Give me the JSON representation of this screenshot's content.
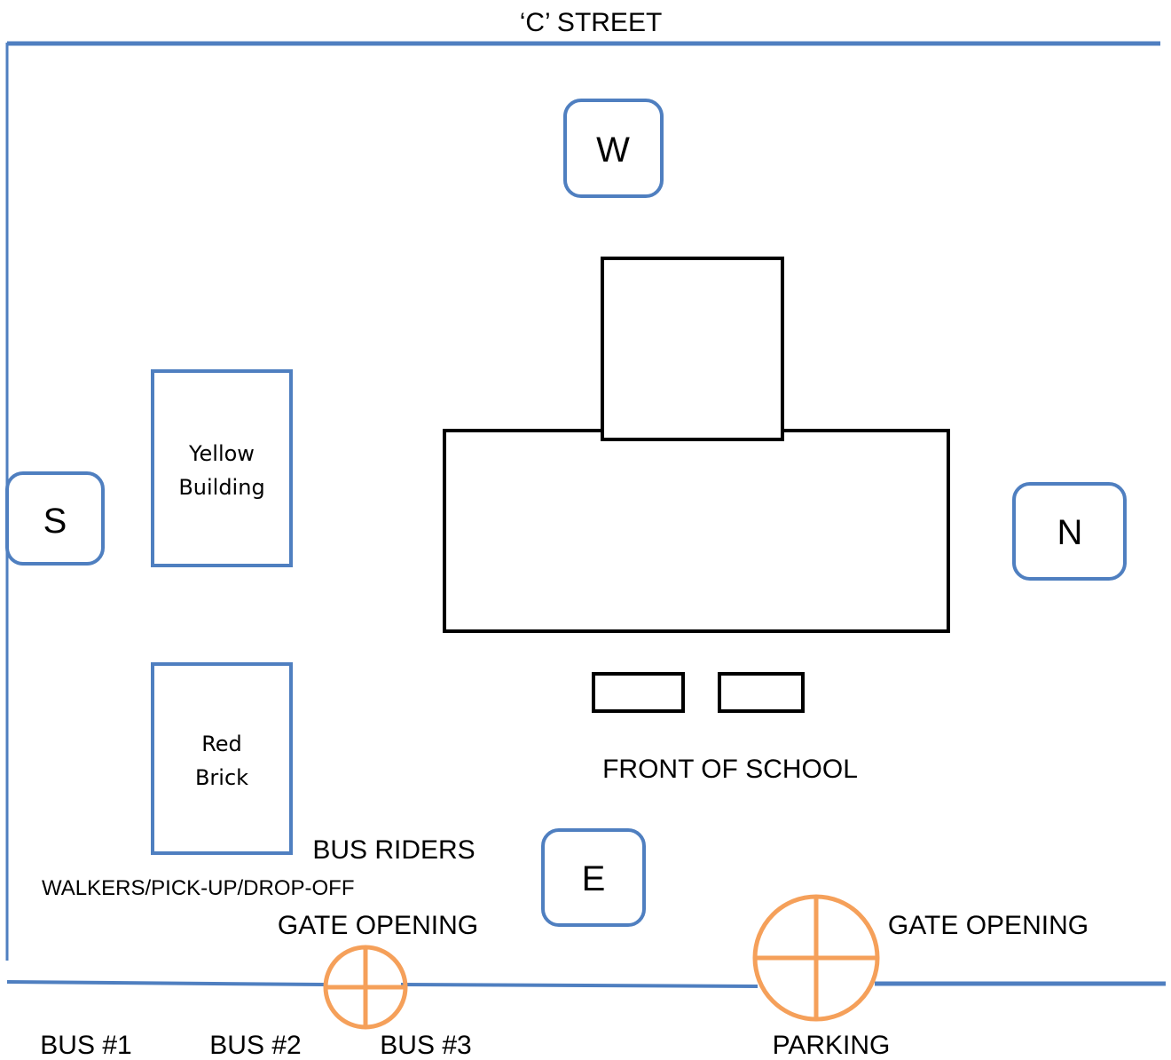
{
  "streets": {
    "top": "‘C’ STREET"
  },
  "compass": {
    "west": "W",
    "south": "S",
    "north": "N",
    "east": "E"
  },
  "buildings": {
    "yellow": [
      "Yellow",
      "Building"
    ],
    "red": [
      "Red",
      "Brick"
    ]
  },
  "labels": {
    "front_of_school": "FRONT OF SCHOOL",
    "bus_riders": "BUS RIDERS",
    "walkers": "WALKERS/PICK-UP/DROP-OFF",
    "gate_left": "GATE OPENING",
    "gate_right": "GATE OPENING",
    "bus1": "BUS #1",
    "bus2": "BUS #2",
    "bus3": "BUS #3",
    "parking": "PARKING"
  },
  "colors": {
    "boundary": "#4f7fc0",
    "gate": "#f5a05a",
    "outline": "#000000"
  }
}
